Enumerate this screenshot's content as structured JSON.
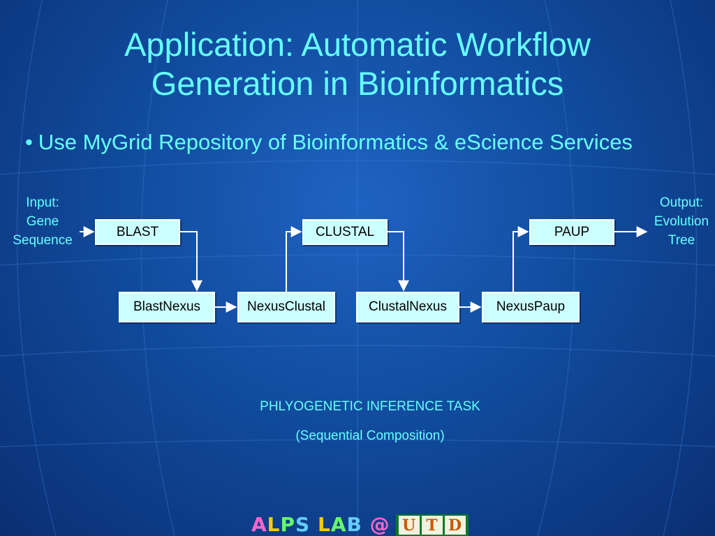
{
  "slide": {
    "title_line1": "Application: Automatic Workflow",
    "title_line2": "Generation in Bioinformatics",
    "bullet": "Use MyGrid Repository of Bioinformatics & eScience Services"
  },
  "diagram": {
    "input_label": [
      "Input:",
      "Gene",
      "Sequence"
    ],
    "output_label": [
      "Output:",
      "Evolution",
      "Tree"
    ],
    "top_nodes": [
      "BLAST",
      "CLUSTAL",
      "PAUP"
    ],
    "bottom_nodes": [
      "BlastNexus",
      "NexusClustal",
      "ClustalNexus",
      "NexusPaup"
    ],
    "caption_line1": "PHLYOGENETIC INFERENCE TASK",
    "caption_line2": "(Sequential Composition)"
  },
  "logo": {
    "lab_text": [
      "A",
      "L",
      "P",
      "S",
      " ",
      "L",
      "A",
      "B",
      " ",
      "@"
    ],
    "utd_letters": [
      "U",
      "T",
      "D"
    ]
  },
  "colors": {
    "text_accent": "#66ffff",
    "box_fill": "#ccffff",
    "background": "#114c9e"
  }
}
